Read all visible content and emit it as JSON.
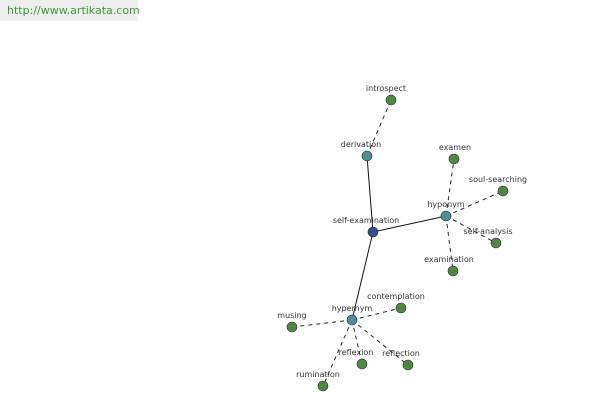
{
  "header": {
    "url": "http://www.artikata.com"
  },
  "colors": {
    "center": "#3a4b8a",
    "hub": "#4a9096",
    "leaf": "#4d8a3f"
  },
  "graph": {
    "nodes": [
      {
        "id": "self-examination",
        "label": "self-examination",
        "kind": "center"
      },
      {
        "id": "derivation",
        "label": "derivation",
        "kind": "hub"
      },
      {
        "id": "hyponym",
        "label": "hyponym",
        "kind": "hub"
      },
      {
        "id": "hypernym",
        "label": "hypernym",
        "kind": "hub"
      },
      {
        "id": "introspect",
        "label": "introspect",
        "kind": "leaf"
      },
      {
        "id": "examen",
        "label": "examen",
        "kind": "leaf"
      },
      {
        "id": "soul-searching",
        "label": "soul-searching",
        "kind": "leaf"
      },
      {
        "id": "self-analysis",
        "label": "self-analysis",
        "kind": "leaf"
      },
      {
        "id": "examination",
        "label": "examination",
        "kind": "leaf"
      },
      {
        "id": "contemplation",
        "label": "contemplation",
        "kind": "leaf"
      },
      {
        "id": "musing",
        "label": "musing",
        "kind": "leaf"
      },
      {
        "id": "reflexion",
        "label": "reflexion",
        "kind": "leaf"
      },
      {
        "id": "reflection",
        "label": "reflection",
        "kind": "leaf"
      },
      {
        "id": "rumination",
        "label": "rumination",
        "kind": "leaf"
      }
    ],
    "edges": [
      {
        "from": "self-examination",
        "to": "derivation",
        "style": "solid"
      },
      {
        "from": "self-examination",
        "to": "hyponym",
        "style": "solid"
      },
      {
        "from": "self-examination",
        "to": "hypernym",
        "style": "solid"
      },
      {
        "from": "derivation",
        "to": "introspect",
        "style": "dashed"
      },
      {
        "from": "hyponym",
        "to": "examen",
        "style": "dashed"
      },
      {
        "from": "hyponym",
        "to": "soul-searching",
        "style": "dashed"
      },
      {
        "from": "hyponym",
        "to": "self-analysis",
        "style": "dashed"
      },
      {
        "from": "hyponym",
        "to": "examination",
        "style": "dashed"
      },
      {
        "from": "hypernym",
        "to": "contemplation",
        "style": "dashed"
      },
      {
        "from": "hypernym",
        "to": "musing",
        "style": "dashed"
      },
      {
        "from": "hypernym",
        "to": "reflexion",
        "style": "dashed"
      },
      {
        "from": "hypernym",
        "to": "reflection",
        "style": "dashed"
      },
      {
        "from": "hypernym",
        "to": "rumination",
        "style": "dashed"
      }
    ]
  }
}
